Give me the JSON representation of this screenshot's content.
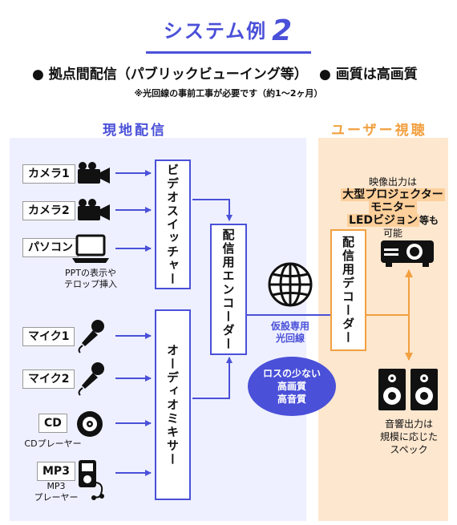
{
  "title": {
    "text": "システム例",
    "number": "2"
  },
  "features": [
    "● 拠点間配信（パブリックビューイング等）",
    "● 画質は高画質"
  ],
  "note": "※光回線の事前工事が必要です（約1〜2ヶ月）",
  "left_section": {
    "title": "現地配信",
    "video_sources": [
      {
        "label": "カメラ1",
        "icon": "video-camera-icon"
      },
      {
        "label": "カメラ2",
        "icon": "video-camera-icon"
      },
      {
        "label": "パソコン",
        "icon": "laptop-icon",
        "caption": [
          "PPTの表示や",
          "テロップ挿入"
        ]
      }
    ],
    "audio_sources": [
      {
        "label": "マイク1",
        "icon": "microphone-icon"
      },
      {
        "label": "マイク2",
        "icon": "microphone-icon"
      },
      {
        "label": "CD",
        "icon": "cd-icon",
        "caption": [
          "CDプレーヤー"
        ]
      },
      {
        "label": "MP3",
        "icon": "mp3-player-icon",
        "caption": [
          "MP3",
          "プレーヤー"
        ]
      }
    ],
    "video_switcher": "ビデオスイッチャー",
    "audio_mixer": "オーディオミキサー",
    "encoder": "配信用エンコーダー",
    "line_label": [
      "仮設専用",
      "光回線"
    ],
    "quality_bubble": [
      "ロスの少ない",
      "高画質",
      "高音質"
    ],
    "network_icon": "globe-icon"
  },
  "right_section": {
    "title": "ユーザー視聴",
    "decoder": "配信用デコーダー",
    "video_output": [
      "映像出力は",
      "大型プロジェクター",
      "モニター",
      "LEDビジョン",
      "等も",
      "可能"
    ],
    "audio_output": [
      "音響出力は",
      "規模に応じた",
      "スペック"
    ],
    "projector_icon": "projector-icon",
    "speaker_icon": "speaker-icon"
  },
  "colors": {
    "accent_blue": "#4a50d8",
    "accent_orange": "#f2a040",
    "left_bg": "#eef0ff",
    "right_bg": "#fde7cf"
  }
}
